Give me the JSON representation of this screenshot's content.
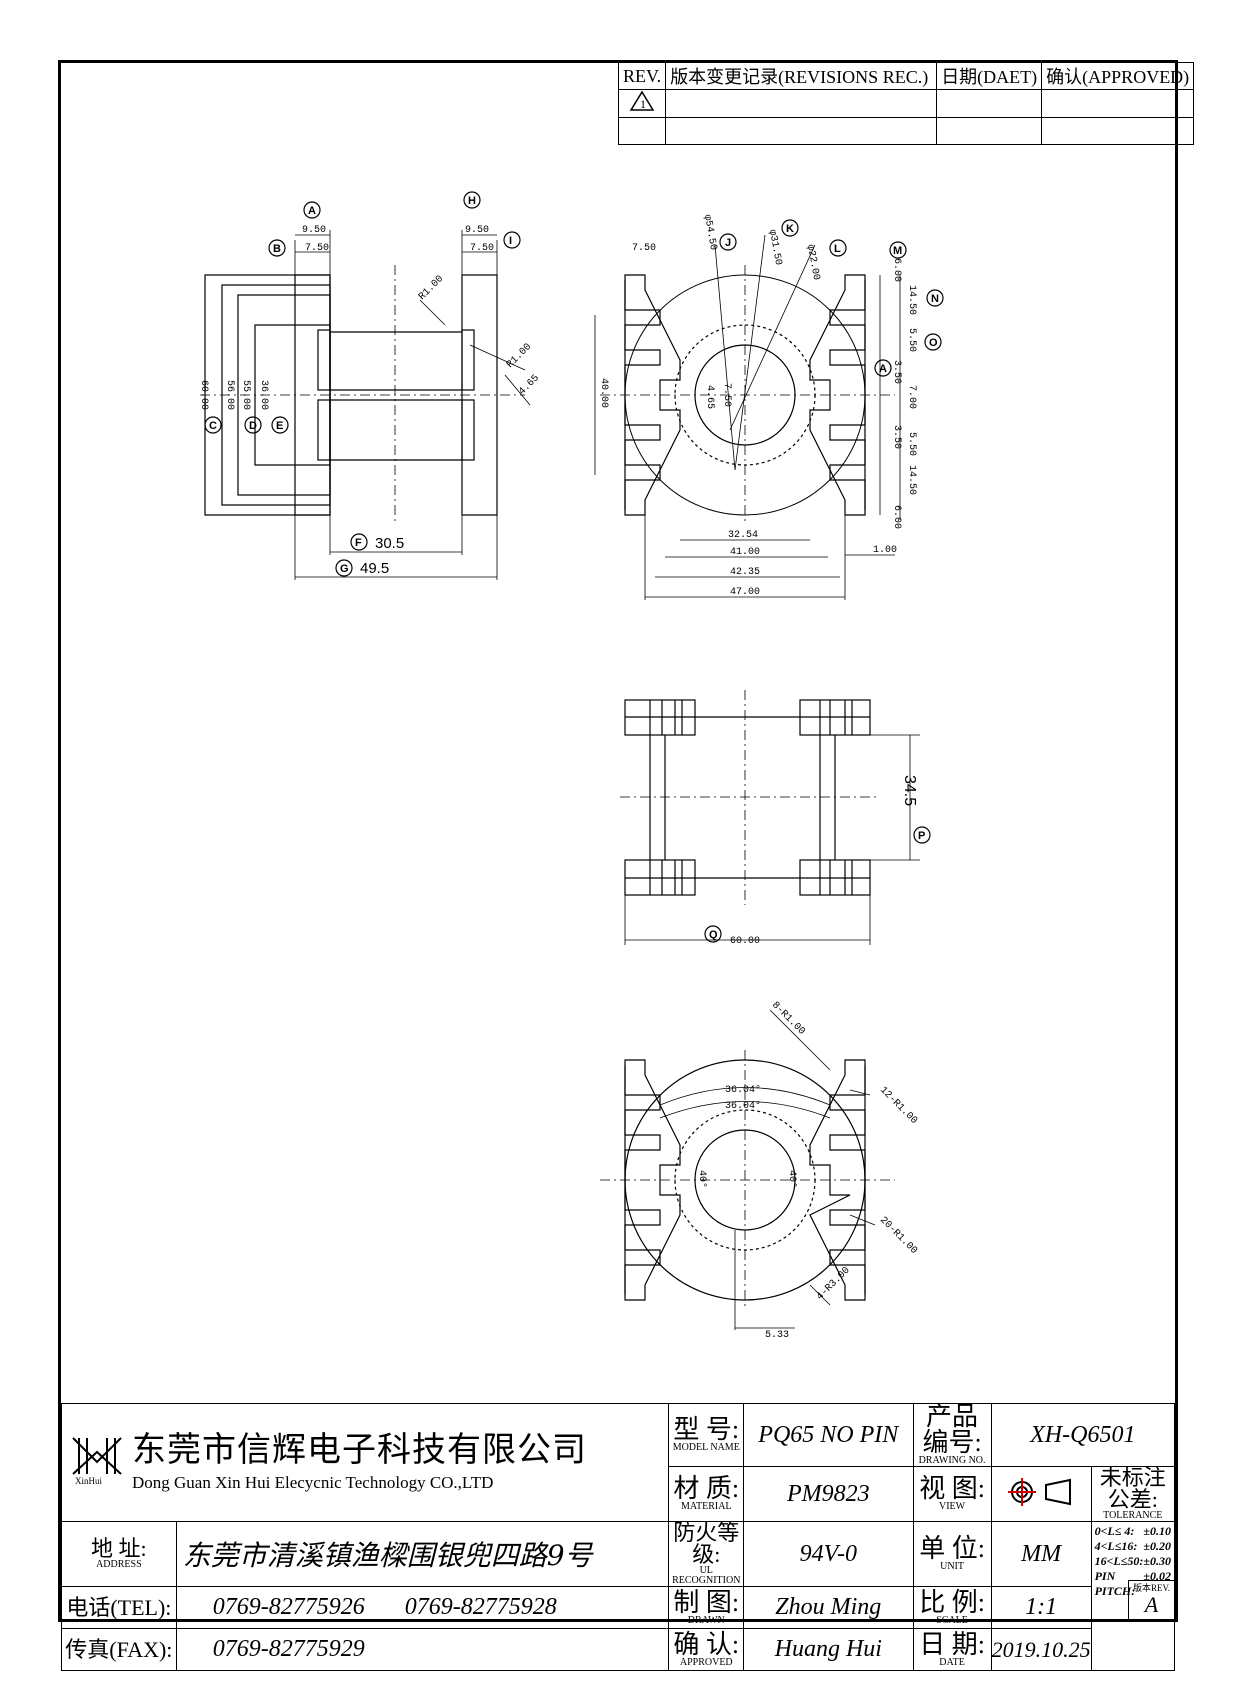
{
  "revision_table": {
    "headers": [
      "REV.",
      "版本变更记录(REVISIONS REC.)",
      "日期(DAET)",
      "确认(APPROVED)"
    ],
    "rev_marker": "1"
  },
  "title_block": {
    "company_cn": "东莞市信辉电子科技有限公司",
    "company_en": "Dong Guan Xin Hui Elecycnic Technology CO.,LTD",
    "logo_text": "XinHui",
    "address_label_cn": "地 址:",
    "address_label_en": "ADDRESS",
    "address": "东莞市清溪镇渔樑围银兜四路9号",
    "tel_label": "电话(TEL):",
    "tel_1": "0769-82775926",
    "tel_2": "0769-82775928",
    "fax_label": "传真(FAX):",
    "fax": "0769-82775929",
    "model_label_cn": "型 号:",
    "model_label_en": "MODEL NAME",
    "model": "PQ65 NO PIN",
    "material_label_cn": "材 质:",
    "material_label_en": "MATERIAL",
    "material": "PM9823",
    "ul_label_cn": "防火等级:",
    "ul_label_en": "UL RECOGNITION",
    "ul": "94V-0",
    "drawn_label_cn": "制 图:",
    "drawn_label_en": "DRAWN",
    "drawn": "Zhou Ming",
    "approved_label_cn": "确 认:",
    "approved_label_en": "APPROVED",
    "approved": "Huang Hui",
    "drawing_no_label_cn": "产品编号:",
    "drawing_no_label_en": "DRAWING NO.",
    "drawing_no": "XH-Q6501",
    "view_label_cn": "视 图:",
    "view_label_en": "VIEW",
    "unit_label_cn": "单 位:",
    "unit_label_en": "UNIT",
    "unit": "MM",
    "scale_label_cn": "比 例:",
    "scale_label_en": "SCALE",
    "scale": "1:1",
    "date_label_cn": "日 期:",
    "date_label_en": "DATE",
    "date": "2019.10.25",
    "tolerance_label_cn": "未标注公差:",
    "tolerance_label_en": "TOLERANCE",
    "tolerances": [
      {
        "range": "0<L≤ 4:",
        "value": "±0.10"
      },
      {
        "range": "4<L≤16:",
        "value": "±0.20"
      },
      {
        "range": "16<L≤50:",
        "value": "±0.30"
      },
      {
        "range": "PIN PITCH:",
        "value": "±0.02"
      }
    ],
    "rev_label": "版本REV.",
    "rev": "A"
  },
  "dimensions": {
    "view1": {
      "A": "9.50",
      "B": "7.50",
      "H": "9.50",
      "I": "7.50",
      "r1": "R1.00",
      "r2": "R1.00",
      "d465": "4.65",
      "C": "60.00",
      "D": "56.00",
      "d55": "55.00",
      "E": "36.00",
      "F": "30.5",
      "G": "49.5"
    },
    "view2": {
      "d750": "7.50",
      "J": "φ54.50",
      "K": "φ31.50",
      "L": "φ22.00",
      "M": "6.00",
      "N": "14.50",
      "O": "5.50",
      "d350a": "3.50",
      "d700": "7.00",
      "d550b": "5.50",
      "d350b": "3.50",
      "d1450b": "14.50",
      "d600b": "6.00",
      "d4000": "40.00",
      "d750b": "7.50",
      "d465b": "4.65",
      "d3254": "32.54",
      "d4100": "41.00",
      "d4235": "42.35",
      "d4700": "47.00",
      "d100": "1.00"
    },
    "view3": {
      "P": "34.5",
      "Q": "60.00"
    },
    "view4": {
      "a1": "36.04°",
      "a2": "36.04°",
      "a40l": "40°",
      "a40r": "40°",
      "r8": "8-R1.00",
      "r12": "12-R1.00",
      "r20": "20-R1.00",
      "r4": "4-R3.00",
      "d533": "5.33"
    },
    "circled_letters": [
      "A",
      "B",
      "C",
      "D",
      "E",
      "F",
      "G",
      "H",
      "I",
      "J",
      "K",
      "L",
      "M",
      "N",
      "O",
      "P",
      "Q"
    ]
  }
}
